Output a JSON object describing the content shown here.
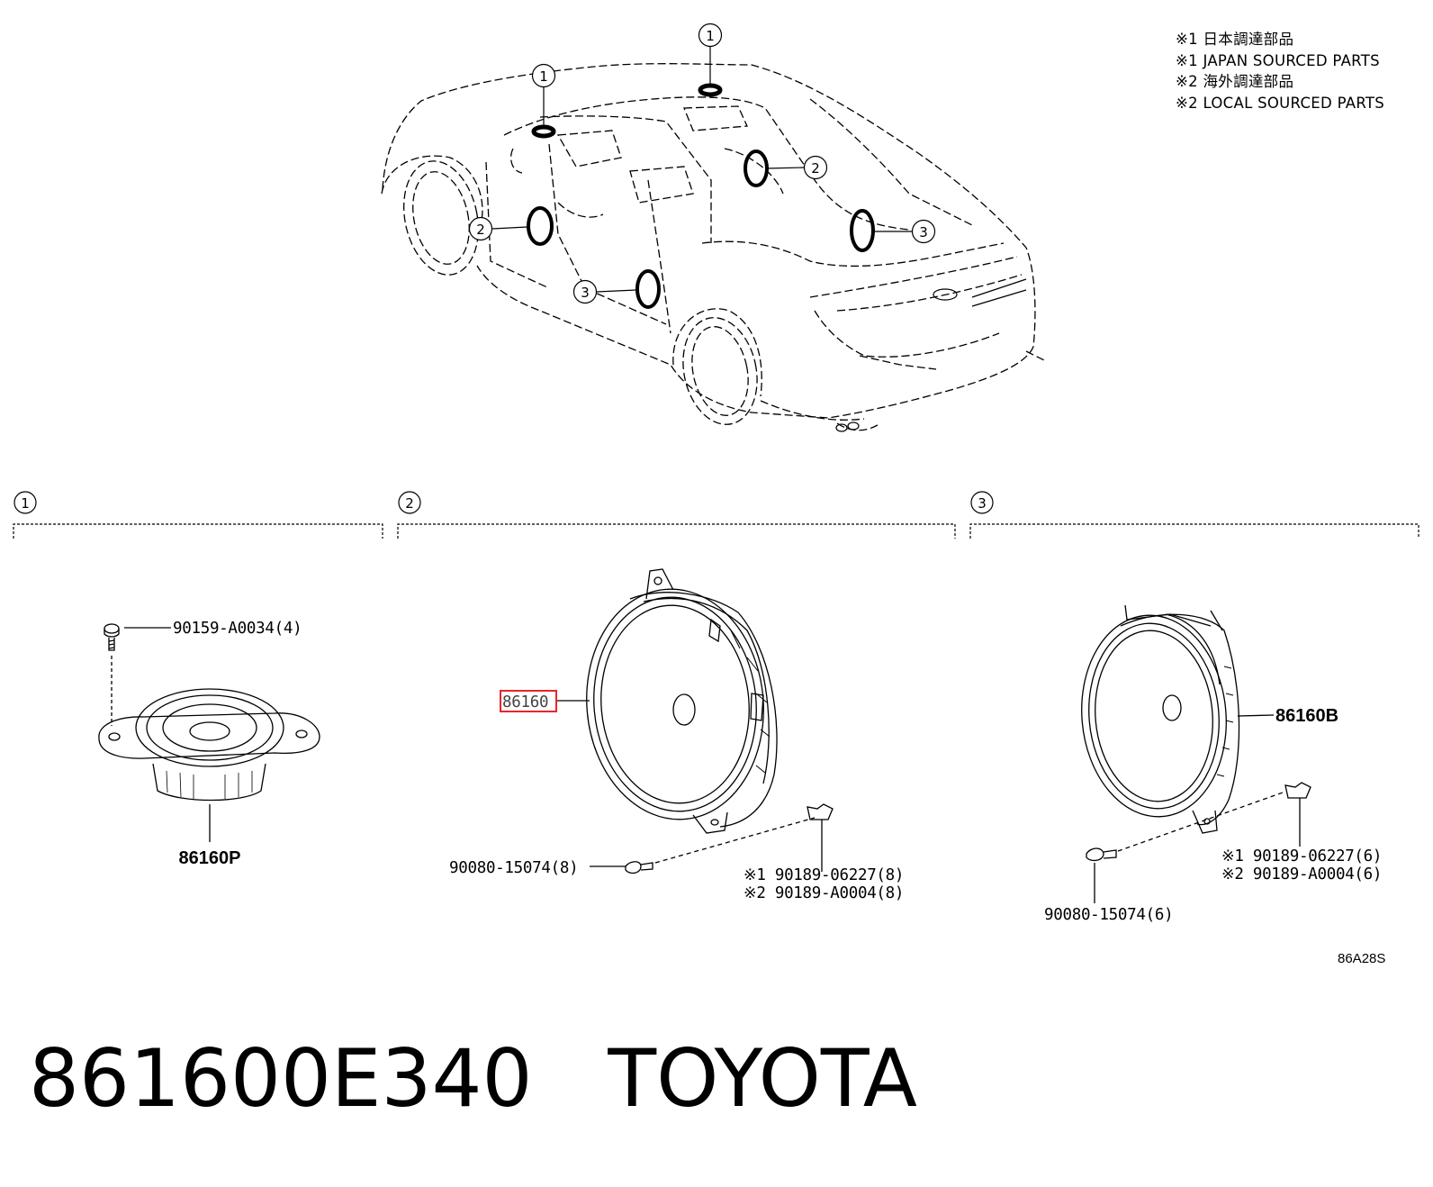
{
  "legend": [
    "※1 日本調達部品",
    "※1 JAPAN SOURCED PARTS",
    "※2 海外調達部品",
    "※2 LOCAL SOURCED PARTS"
  ],
  "callouts": [
    "1",
    "2",
    "3"
  ],
  "sections": [
    {
      "number": "1",
      "parts": {
        "screw": "90159-A0034(4)",
        "speaker": "86160P"
      }
    },
    {
      "number": "2",
      "parts": {
        "speaker": "86160",
        "bolt": "90080-15074(8)",
        "clip_japan": "※1 90189-06227(8)",
        "clip_local": "※2 90189-A0004(8)"
      }
    },
    {
      "number": "3",
      "parts": {
        "speaker": "86160B",
        "bolt": "90080-15074(6)",
        "clip_japan": "※1 90189-06227(6)",
        "clip_local": "※2 90189-A0004(6)"
      }
    }
  ],
  "diagram_code": "86A28S",
  "footer": {
    "part_number": "861600E340",
    "brand": "TOYOTA"
  },
  "highlight_color": "#e8262a"
}
